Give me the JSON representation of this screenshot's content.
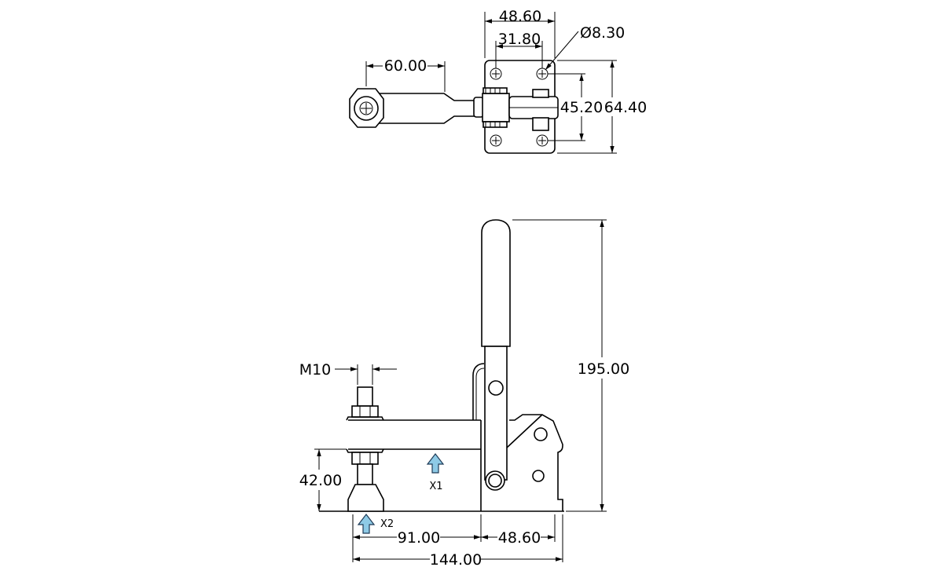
{
  "top_view": {
    "dim_width_total": "48.60",
    "dim_hole_spacing_x": "31.80",
    "dim_hole_diameter": "Ø8.30",
    "dim_arm_length": "60.00",
    "dim_hole_spacing_y": "45.20",
    "dim_height_total": "64.40"
  },
  "side_view": {
    "dim_thread": "M10",
    "dim_overall_height": "195.00",
    "dim_spindle_height": "42.00",
    "force_label_1": "X1",
    "force_label_2": "X2",
    "dim_reach": "91.00",
    "dim_base_length": "48.60",
    "dim_overall_length": "144.00"
  },
  "colors": {
    "line": "#000000",
    "force_arrow": "#8ecae6"
  }
}
